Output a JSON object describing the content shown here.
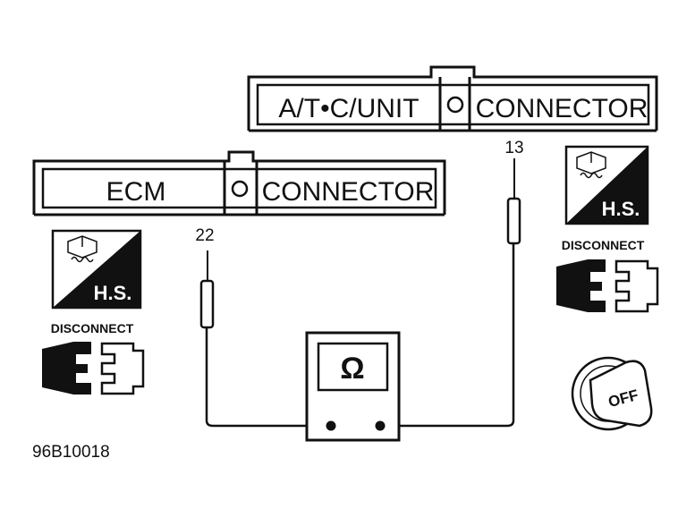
{
  "atc_connector": {
    "left_label": "A/T•C/UNIT",
    "right_label": "CONNECTOR",
    "pin": "13"
  },
  "ecm_connector": {
    "left_label": "ECM",
    "right_label": "CONNECTOR",
    "pin": "22"
  },
  "meter": {
    "symbol": "Ω"
  },
  "left_panel": {
    "hs_label": "H.S.",
    "disconnect_label": "DISCONNECT"
  },
  "right_panel": {
    "hs_label": "H.S.",
    "disconnect_label": "DISCONNECT",
    "ignition_label": "OFF"
  },
  "figure_code": "96B10018",
  "colors": {
    "ink": "#111111",
    "paper": "#ffffff"
  }
}
